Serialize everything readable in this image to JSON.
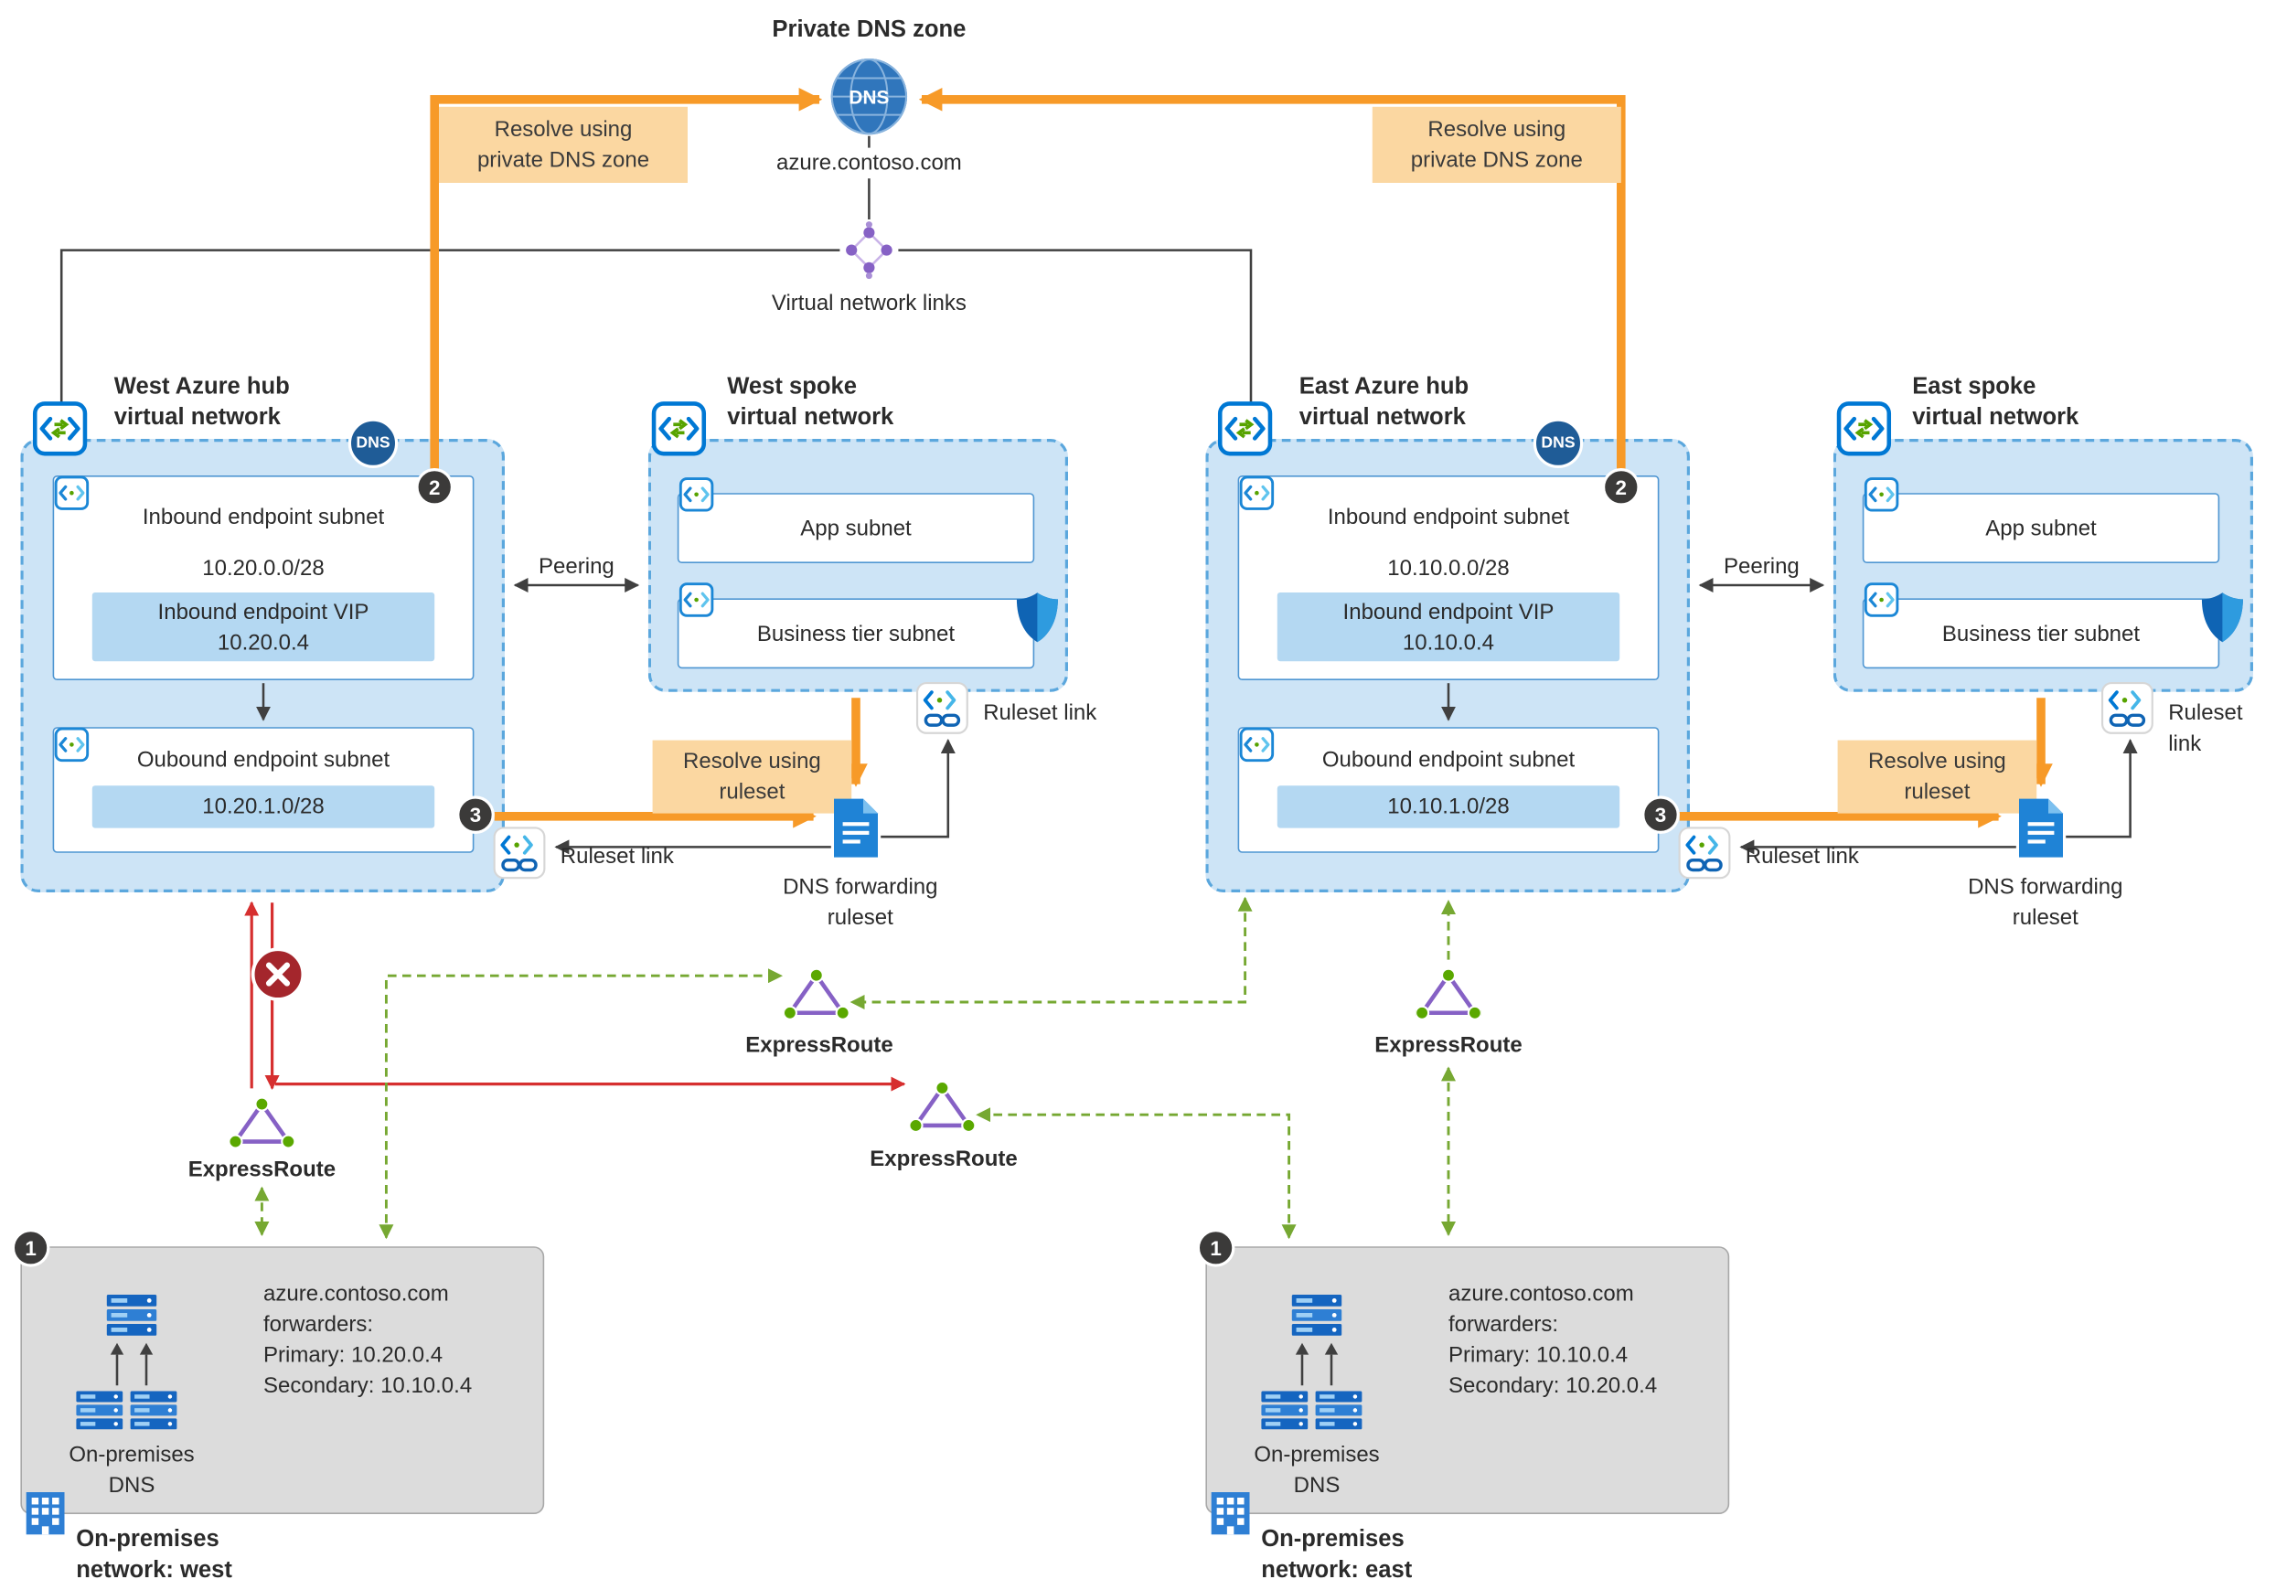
{
  "diagram": {
    "private_dns": {
      "title": "Private DNS zone",
      "icon": "DNS",
      "zone": "azure.contoso.com",
      "vnl_label": "Virtual network links"
    },
    "callouts": {
      "resolve_private": "Resolve using\nprivate DNS zone",
      "resolve_ruleset": "Resolve using\nruleset"
    },
    "shared": {
      "peering": "Peering",
      "ruleset_link": "Ruleset link",
      "forwarding_ruleset": "DNS forwarding\nruleset",
      "expressroute": "ExpressRoute",
      "dns_badge": "DNS"
    },
    "badges": {
      "b1": "1",
      "b2": "2",
      "b3": "3"
    },
    "west_hub": {
      "title": "West Azure hub\nvirtual network",
      "inbound_title": "Inbound endpoint subnet",
      "inbound_cidr": "10.20.0.0/28",
      "vip": "Inbound endpoint VIP\n10.20.0.4",
      "outbound_title": "Oubound endpoint subnet",
      "outbound_cidr": "10.20.1.0/28"
    },
    "east_hub": {
      "title": "East Azure hub\nvirtual network",
      "inbound_title": "Inbound endpoint subnet",
      "inbound_cidr": "10.10.0.0/28",
      "vip": "Inbound endpoint VIP\n10.10.0.4",
      "outbound_title": "Oubound endpoint subnet",
      "outbound_cidr": "10.10.1.0/28"
    },
    "west_spoke": {
      "title": "West spoke\nvirtual network",
      "app": "App subnet",
      "business": "Business tier subnet"
    },
    "east_spoke": {
      "title": "East spoke\nvirtual network",
      "app": "App subnet",
      "business": "Business tier subnet"
    },
    "onprem_west": {
      "forwarders": "azure.contoso.com\nforwarders:\nPrimary: 10.20.0.4\nSecondary: 10.10.0.4",
      "dns": "On-premises\nDNS",
      "network": "On-premises\nnetwork: west"
    },
    "onprem_east": {
      "forwarders": "azure.contoso.com\nforwarders:\nPrimary: 10.10.0.4\nSecondary: 10.20.0.4",
      "dns": "On-premises\nDNS",
      "network": "On-premises\nnetwork: east"
    }
  }
}
